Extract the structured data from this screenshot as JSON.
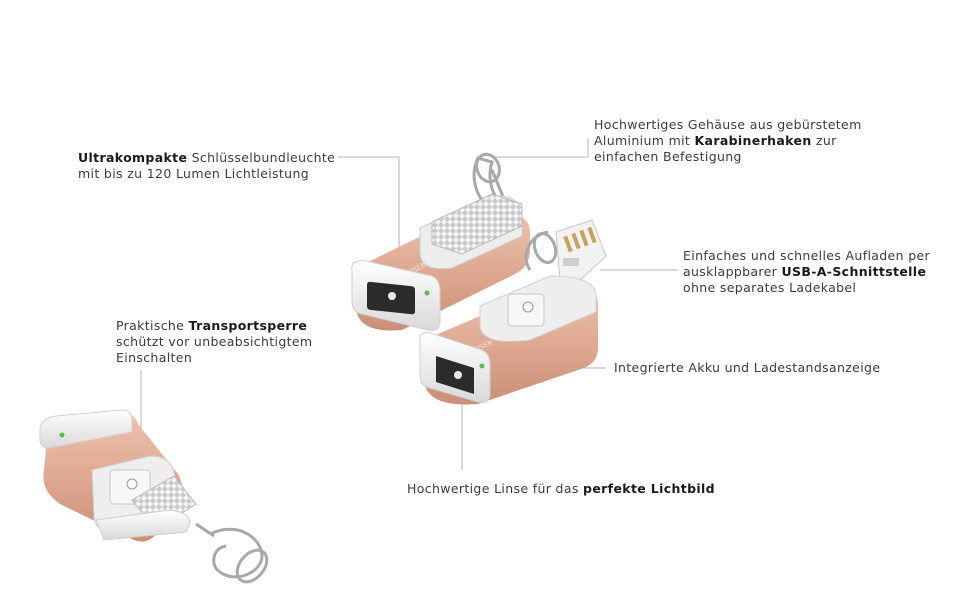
{
  "callouts": {
    "ultrakompakt": {
      "l1_bold": "Ultrakompakte",
      "l1_rest": " Schlüsselbundleuchte",
      "l2": "mit bis zu 120 Lumen Lichtleistung"
    },
    "gehaeuse": {
      "l1": "Hochwertiges Gehäuse aus gebürstetem",
      "l2_pre": "Aluminium mit ",
      "l2_bold": "Karabinerhaken",
      "l2_post": " zur",
      "l3": "einfachen Befestigung"
    },
    "aufladen": {
      "l1": "Einfaches und schnelles Aufladen per",
      "l2_pre": "ausklappbarer ",
      "l2_bold": "USB-A-Schnittstelle",
      "l3": "ohne separates Ladekabel"
    },
    "akku": {
      "l1": "Integrierte Akku und Ladestandsanzeige"
    },
    "transportsperre": {
      "l1_pre": "Praktische ",
      "l1_bold": "Transportsperre",
      "l2": "schützt vor unbeabsichtigtem",
      "l3": "Einschalten"
    },
    "linse": {
      "l1_pre": "Hochwertige Linse für das ",
      "l1_bold": "perfekte Lichtbild"
    }
  },
  "product": {
    "brand_mark": "LEDLENSER",
    "body_color": "#e2b29c",
    "body_shade": "#c98f78",
    "cap_color": "#f1f1f1",
    "led_color": "#4fc24a"
  }
}
